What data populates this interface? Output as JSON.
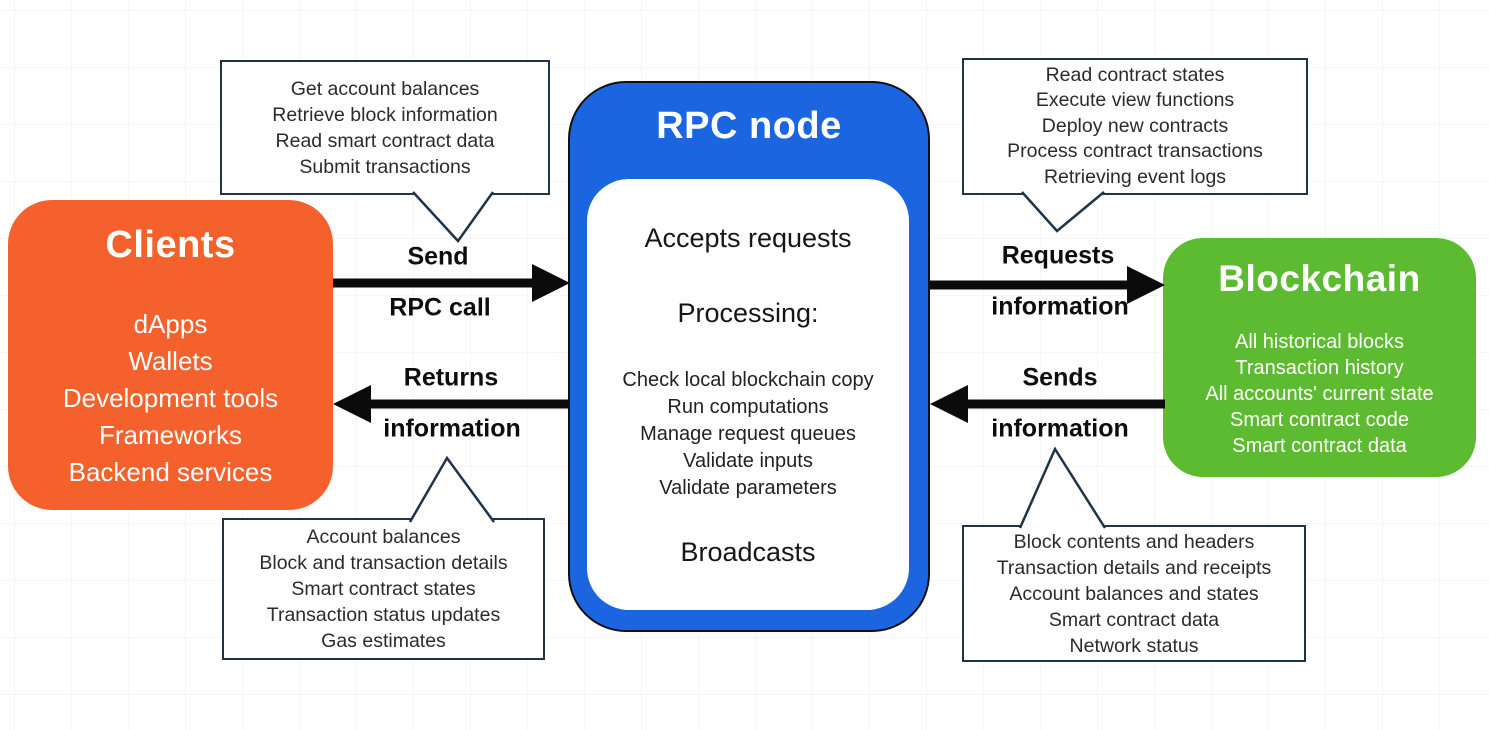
{
  "colors": {
    "orange": "#F4612C",
    "blue": "#1B66E0",
    "green": "#5CBB30",
    "outline": "#1F3449"
  },
  "clients_box": {
    "title": "Clients",
    "items": [
      "dApps",
      "Wallets",
      "Development tools",
      "Frameworks",
      "Backend services"
    ]
  },
  "rpc_box": {
    "title": "RPC node",
    "accepts": "Accepts requests",
    "processing_label": "Processing:",
    "processing_items": [
      "Check local blockchain copy",
      "Run computations",
      "Manage request queues",
      "Validate inputs",
      "Validate parameters"
    ],
    "broadcasts": "Broadcasts"
  },
  "blockchain_box": {
    "title": "Blockchain",
    "items": [
      "All historical blocks",
      "Transaction history",
      "All accounts' current state",
      "Smart contract code",
      "Smart contract data"
    ]
  },
  "callouts": {
    "top_left": {
      "lines": [
        "Get account balances",
        "Retrieve block information",
        "Read smart contract data",
        "Submit transactions"
      ]
    },
    "top_right": {
      "lines": [
        "Read contract states",
        "Execute view functions",
        "Deploy new contracts",
        "Process contract transactions",
        "Retrieving event logs"
      ]
    },
    "bottom_left": {
      "lines": [
        "Account balances",
        "Block and transaction details",
        "Smart contract states",
        "Transaction status updates",
        "Gas estimates"
      ]
    },
    "bottom_right": {
      "lines": [
        "Block contents and headers",
        "Transaction details and receipts",
        "Account balances and states",
        "Smart contract data",
        "Network status"
      ]
    }
  },
  "arrows": {
    "send": {
      "label_top": "Send",
      "label_bottom": "RPC call"
    },
    "returns": {
      "label_top": "Returns",
      "label_bottom": "information"
    },
    "requests": {
      "label_top": "Requests",
      "label_bottom": "information"
    },
    "sends": {
      "label_top": "Sends",
      "label_bottom": "information"
    }
  }
}
